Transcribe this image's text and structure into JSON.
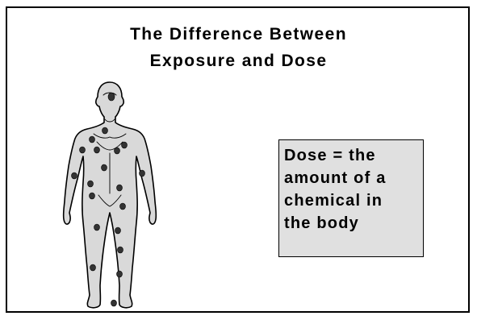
{
  "slide": {
    "title_lines": [
      "The Difference Between",
      "Exposure and Dose"
    ],
    "dose_definition_lines": [
      "Dose = the",
      "amount of a",
      "chemical in",
      "the body"
    ]
  },
  "colors": {
    "background": "#ffffff",
    "border": "#000000",
    "body_fill": "#d9d9d9",
    "body_outline": "#000000",
    "chemical_spots": "#333333",
    "box_fill": "#e0e0e0"
  },
  "icons": {
    "figure": "human-body-silhouette",
    "spots": "chemical-particle-spot"
  }
}
